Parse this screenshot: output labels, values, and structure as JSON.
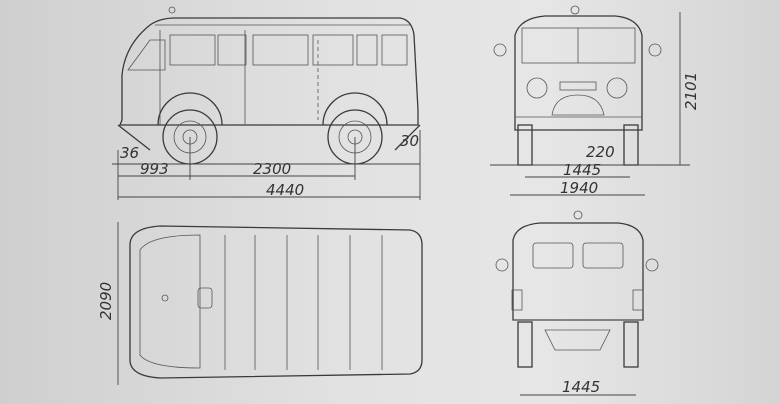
{
  "views": {
    "side": {
      "overhang_angle_front": "36",
      "front_overhang": "993",
      "wheelbase": "2300",
      "overhang_angle_rear": "30",
      "overall_length": "4440"
    },
    "front": {
      "overall_height": "2101",
      "ground_clearance": "220",
      "track": "1445",
      "overall_width": "1940"
    },
    "top": {
      "width": "2090"
    },
    "rear": {
      "track": "1445"
    }
  }
}
